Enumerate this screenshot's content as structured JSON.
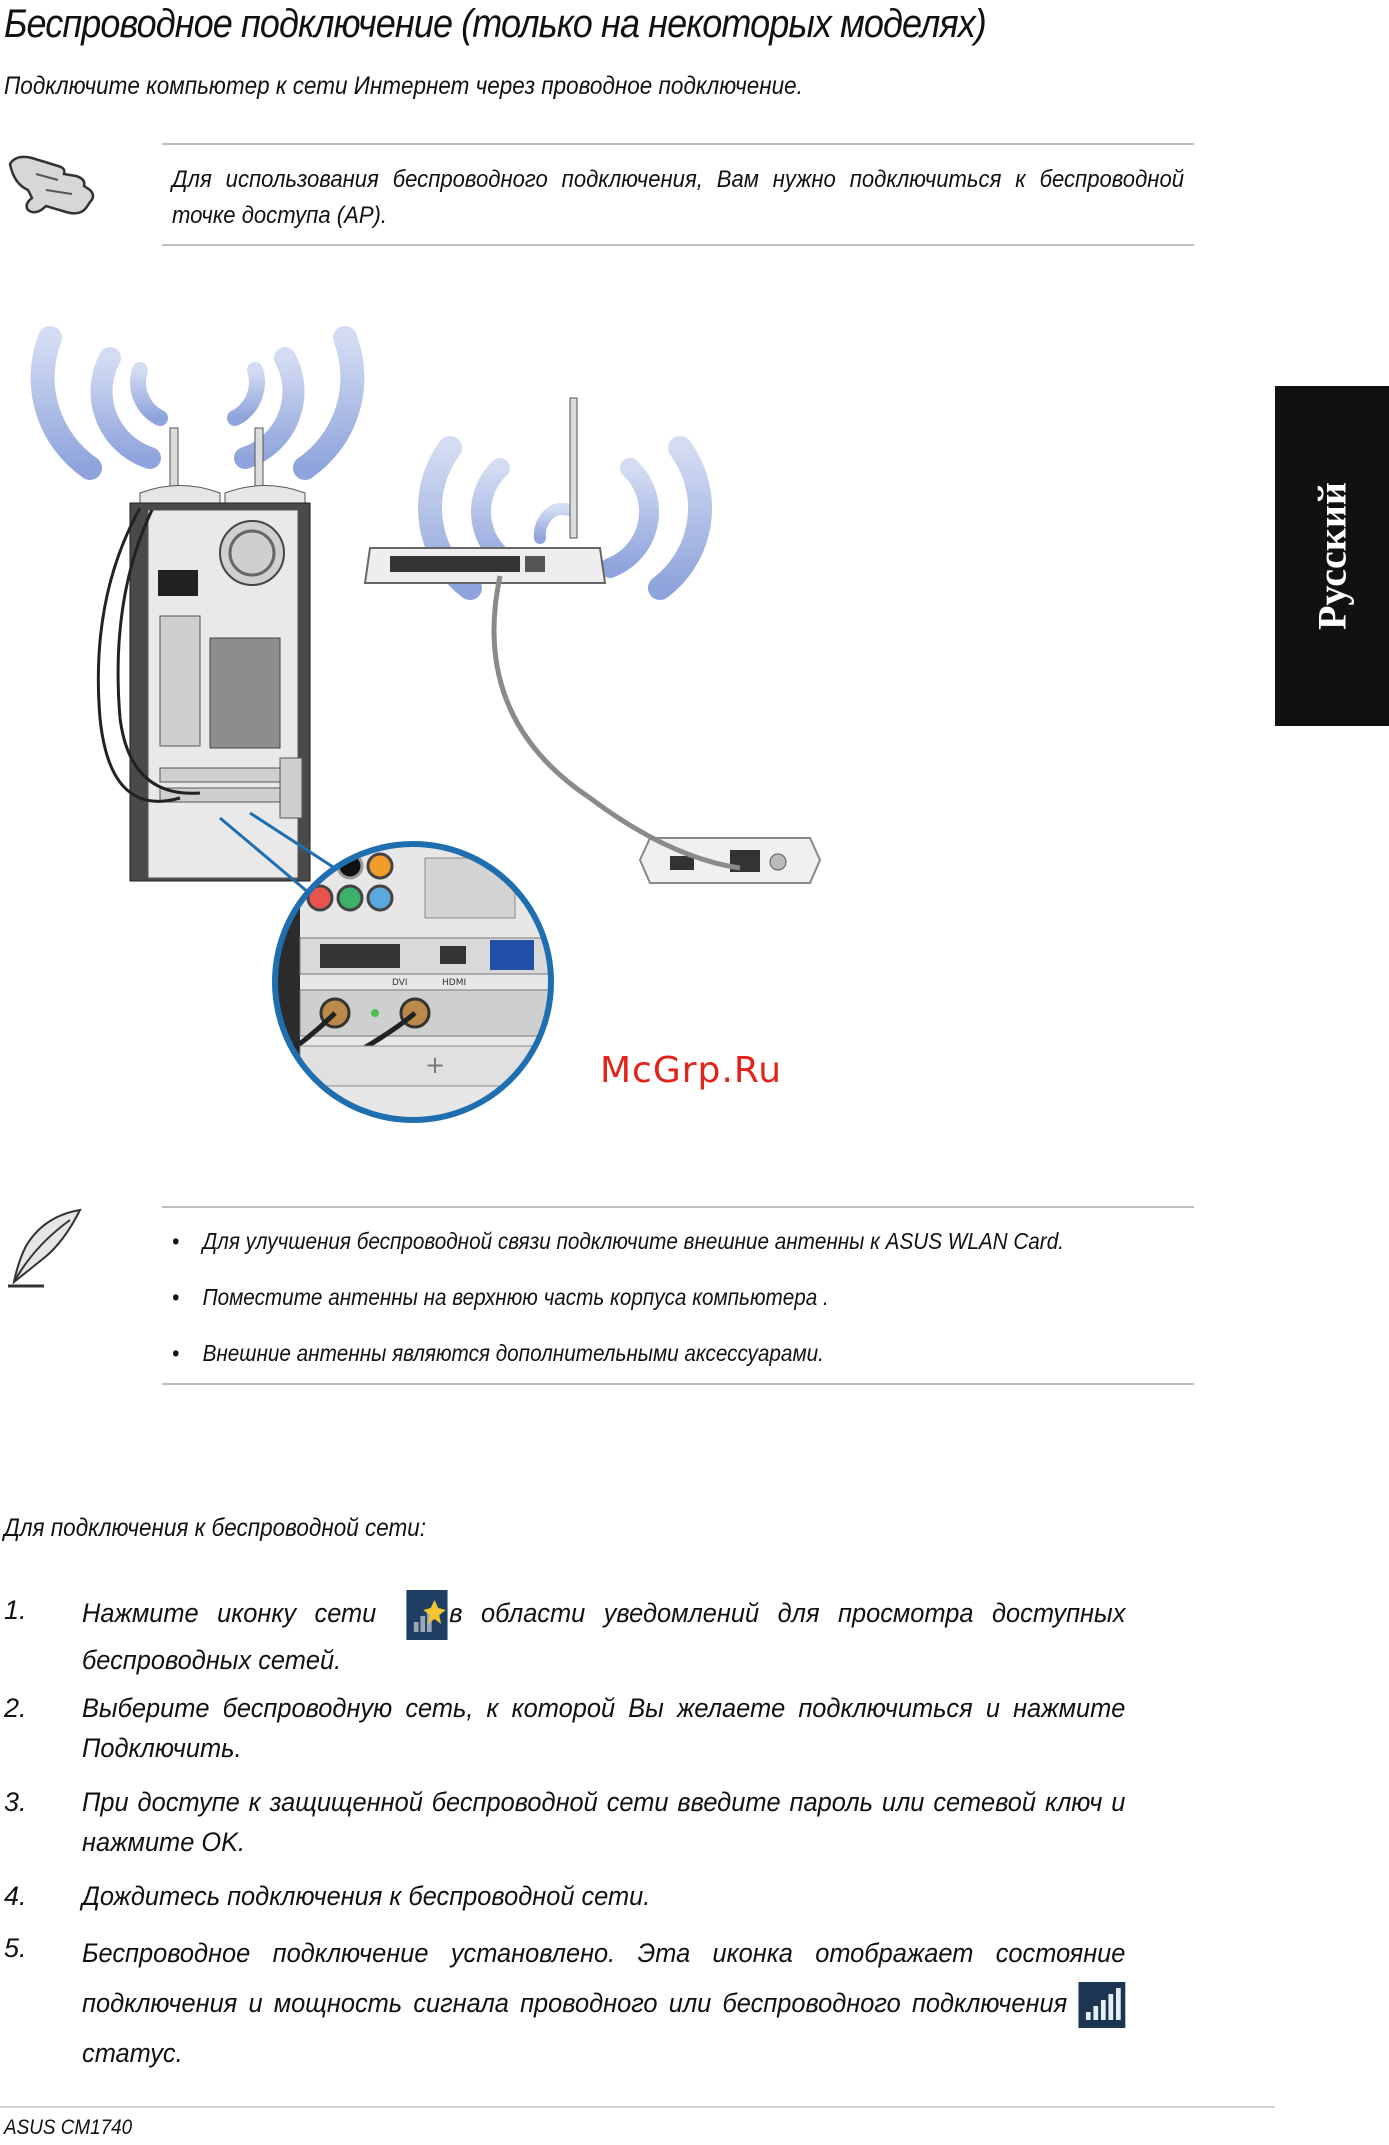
{
  "page": {
    "title": "Беспроводное подключение (только на некоторых моделях)",
    "subtitle": "Подключите компьютер к сети Интернет через проводное подключение."
  },
  "note": {
    "icon": "pointing-hand-icon",
    "text": "Для использования беспроводного подключения, Вам нужно подключиться к беспроводной точке доступа (AP)."
  },
  "language_tab": {
    "label": "Русский"
  },
  "diagram": {
    "pc_port_labels": [
      "DVI",
      "HDMI"
    ],
    "wifi_color": "#6f86c6",
    "cable_color": "#8a8a8a",
    "zoom_border_color": "#1f6fb0"
  },
  "watermark": "McGrp.Ru",
  "tips": {
    "icon": "feather-pen-icon",
    "bullet": "•",
    "items": [
      "Для улучшения беспроводной связи подключите внешние антенны к ASUS WLAN Card.",
      "Поместите антенны на верхнюю часть корпуса компьютера .",
      "Внешние антенны являются дополнительными аксессуарами."
    ]
  },
  "instructions": {
    "heading": "Для подключения к беспроводной сети:",
    "steps": [
      {
        "num": "1.",
        "before": "Нажмите иконку сети",
        "after": "в области уведомлений для просмотра доступных беспроводных сетей.",
        "icon": "network-tray-icon"
      },
      {
        "num": "2.",
        "text": "Выберите беспроводную сеть, к которой Вы желаете подключиться и нажмите Подключить."
      },
      {
        "num": "3.",
        "text": "При доступе к защищенной беспроводной сети введите пароль или сетевой ключ и нажмите OK."
      },
      {
        "num": "4.",
        "text": "Дождитесь подключения к беспроводной сети."
      },
      {
        "num": "5.",
        "before": "Беспроводное подключение установлено. Эта иконка отображает состояние подключения и мощность сигнала проводного или беспроводного подключения",
        "after": " статус.",
        "icon": "signal-strength-icon"
      }
    ]
  },
  "footer": {
    "text": "ASUS CM1740"
  }
}
